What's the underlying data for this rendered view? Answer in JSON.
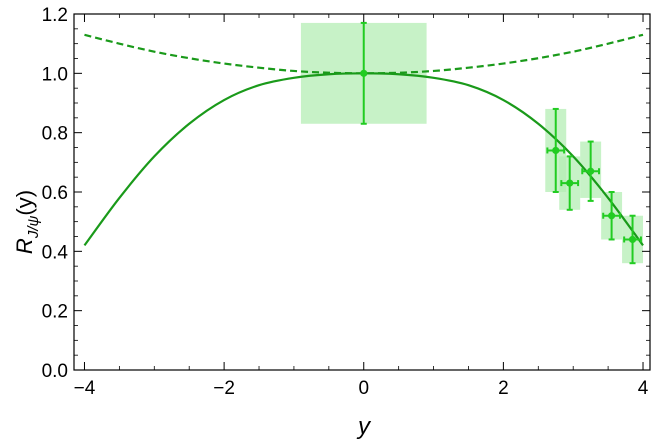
{
  "chart_data": {
    "type": "line",
    "title": "",
    "xlabel": "y",
    "ylabel": "R",
    "ylabel_subscript": "J/ψ",
    "ylabel_suffix": "(y)",
    "xlim": [
      -4.15,
      4.1
    ],
    "ylim": [
      0.0,
      1.2
    ],
    "xticks": [
      -4,
      -2,
      0,
      2,
      4
    ],
    "xtick_labels": [
      "−4",
      "−2",
      "0",
      "2",
      "4"
    ],
    "yticks": [
      0.0,
      0.2,
      0.4,
      0.6,
      0.8,
      1.0,
      1.2
    ],
    "ytick_labels": [
      "0.0",
      "0.2",
      "0.4",
      "0.6",
      "0.8",
      "1.0",
      "1.2"
    ],
    "grid": false,
    "legend": false,
    "colors": {
      "line": "#1a9a1a",
      "marker": "#22cc22",
      "box_fill": "#b4eeb4",
      "axis": "#000000"
    },
    "series": [
      {
        "style": "solid",
        "x": [
          -4.0,
          -3.5,
          -3.0,
          -2.5,
          -2.0,
          -1.5,
          -1.0,
          -0.5,
          0.0,
          0.5,
          1.0,
          1.5,
          2.0,
          2.5,
          3.0,
          3.5,
          4.0
        ],
        "y": [
          0.42,
          0.58,
          0.72,
          0.83,
          0.91,
          0.96,
          0.985,
          0.997,
          1.0,
          0.997,
          0.985,
          0.96,
          0.91,
          0.83,
          0.72,
          0.58,
          0.42
        ]
      },
      {
        "style": "dashed",
        "x": [
          -4.0,
          -3.5,
          -3.0,
          -2.5,
          -2.0,
          -1.5,
          -1.0,
          -0.5,
          0.0,
          0.5,
          1.0,
          1.5,
          2.0,
          2.5,
          3.0,
          3.5,
          4.0
        ],
        "y": [
          1.13,
          1.1,
          1.073,
          1.051,
          1.033,
          1.019,
          1.008,
          1.002,
          1.0,
          1.002,
          1.008,
          1.019,
          1.033,
          1.051,
          1.073,
          1.1,
          1.13
        ]
      }
    ],
    "points": [
      {
        "x": 0.0,
        "y": 1.0,
        "xerr": 0.0,
        "yerr": 0.17,
        "box_x": [
          -0.9,
          0.9
        ],
        "box_y": [
          0.83,
          1.17
        ]
      },
      {
        "x": 2.75,
        "y": 0.74,
        "xerr": 0.12,
        "yerr": 0.14,
        "box_x": [
          2.6,
          2.9
        ],
        "box_y": [
          0.6,
          0.88
        ]
      },
      {
        "x": 2.95,
        "y": 0.63,
        "xerr": 0.12,
        "yerr": 0.09,
        "box_x": [
          2.8,
          3.1
        ],
        "box_y": [
          0.54,
          0.72
        ]
      },
      {
        "x": 3.25,
        "y": 0.67,
        "xerr": 0.12,
        "yerr": 0.1,
        "box_x": [
          3.1,
          3.4
        ],
        "box_y": [
          0.58,
          0.77
        ]
      },
      {
        "x": 3.55,
        "y": 0.52,
        "xerr": 0.12,
        "yerr": 0.08,
        "box_x": [
          3.4,
          3.7
        ],
        "box_y": [
          0.44,
          0.6
        ]
      },
      {
        "x": 3.85,
        "y": 0.44,
        "xerr": 0.12,
        "yerr": 0.08,
        "box_x": [
          3.7,
          4.0
        ],
        "box_y": [
          0.36,
          0.52
        ]
      }
    ]
  }
}
